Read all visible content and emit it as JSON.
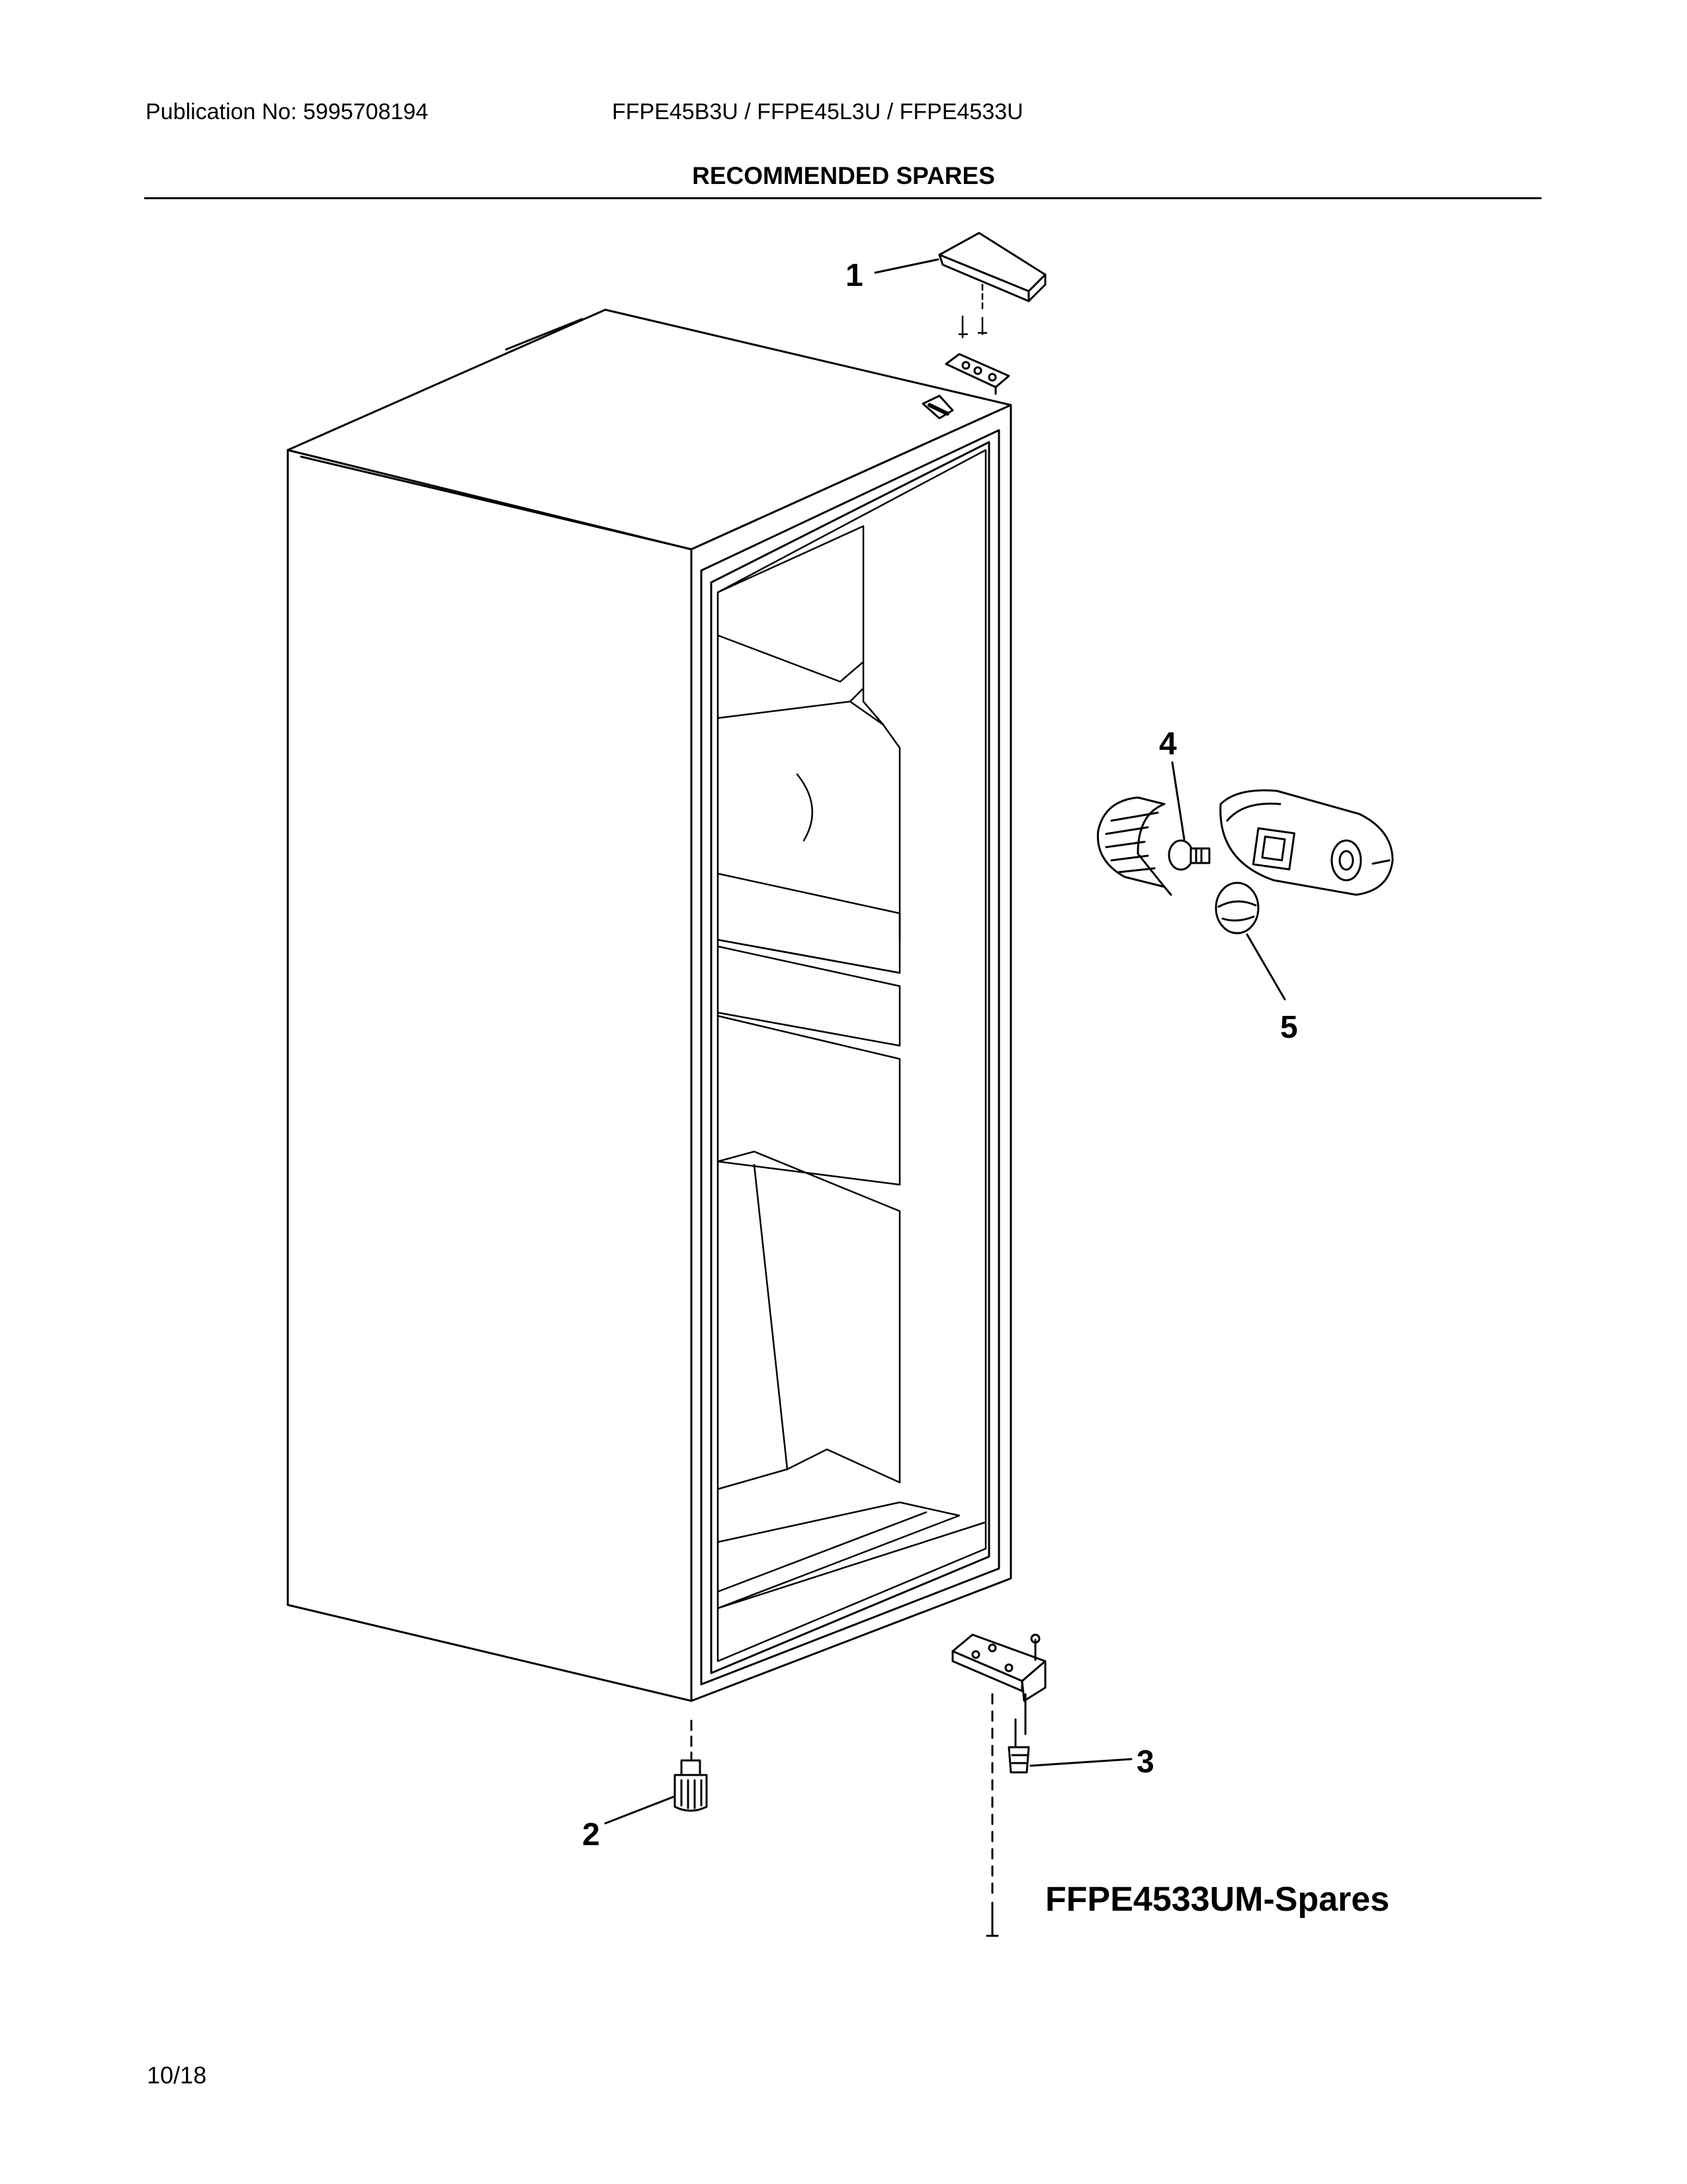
{
  "header": {
    "publication": "Publication No: 5995708194",
    "models": "FFPE45B3U / FFPE45L3U / FFPE4533U"
  },
  "section_title": "RECOMMENDED SPARES",
  "callouts": [
    "1",
    "2",
    "3",
    "4",
    "5"
  ],
  "diagram_label": "FFPE4533UM-Spares",
  "footer": {
    "date": "10/18"
  }
}
